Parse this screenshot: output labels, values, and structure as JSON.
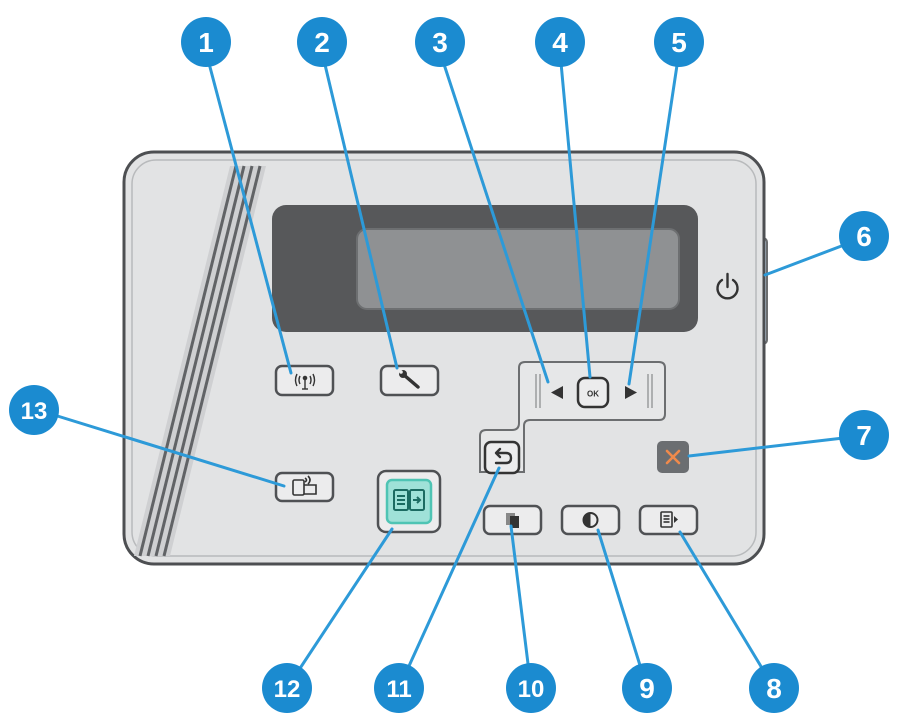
{
  "callouts": [
    {
      "label": "1"
    },
    {
      "label": "2"
    },
    {
      "label": "3"
    },
    {
      "label": "4"
    },
    {
      "label": "5"
    },
    {
      "label": "6"
    },
    {
      "label": "7"
    },
    {
      "label": "8"
    },
    {
      "label": "9"
    },
    {
      "label": "10"
    },
    {
      "label": "11"
    },
    {
      "label": "12"
    },
    {
      "label": "13"
    }
  ],
  "panel": {
    "ok_label": "OK"
  },
  "icons": {
    "wireless": "wireless-icon",
    "setup": "wrench-icon",
    "left_arrow": "left-arrow-icon",
    "ok": "ok-icon",
    "right_arrow": "right-arrow-icon",
    "power": "power-icon",
    "cancel": "cancel-x-icon",
    "copy_menu": "copy-menu-icon",
    "lighter_darker": "contrast-icon",
    "number_of_copies": "copies-icon",
    "back": "back-arrow-icon",
    "start_copy": "start-copy-icon",
    "mobile_print": "mobile-print-icon"
  },
  "colors": {
    "callout": "#1b8bd0",
    "leader_line": "#2d9ad8",
    "panel_fill": "#e2e3e4",
    "panel_border": "#4d4f52",
    "display_bezel": "#57585a",
    "display_screen": "#8f9193",
    "cancel_button": "#6b6e71",
    "cancel_x": "#f08a4b",
    "start_copy_accent": "#4fc4b4",
    "power_light": "#cfe3f5"
  }
}
